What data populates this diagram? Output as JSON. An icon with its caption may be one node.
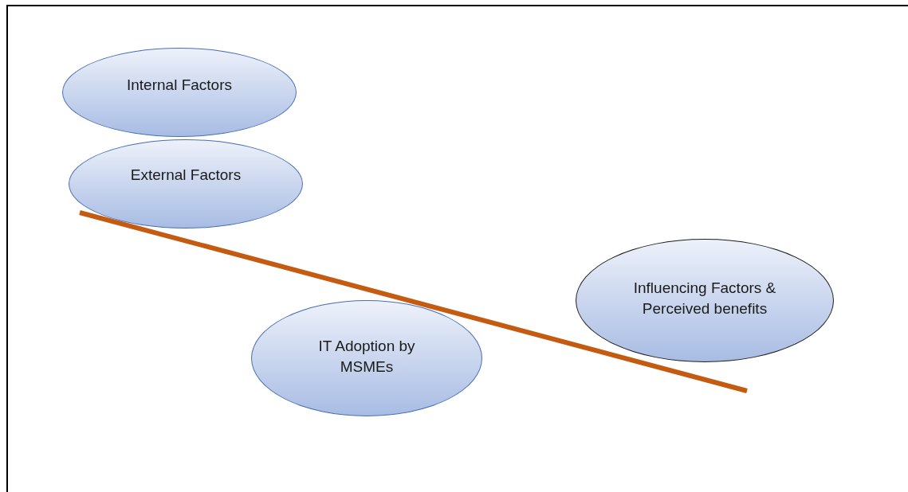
{
  "diagram": {
    "nodes": [
      {
        "text": [
          "Internal Factors"
        ]
      },
      {
        "text": [
          "External Factors"
        ]
      },
      {
        "text": [
          "Influencing Factors & Perceived benefits"
        ]
      },
      {
        "text": [
          "IT Adoption by MSMEs"
        ]
      }
    ]
  }
}
